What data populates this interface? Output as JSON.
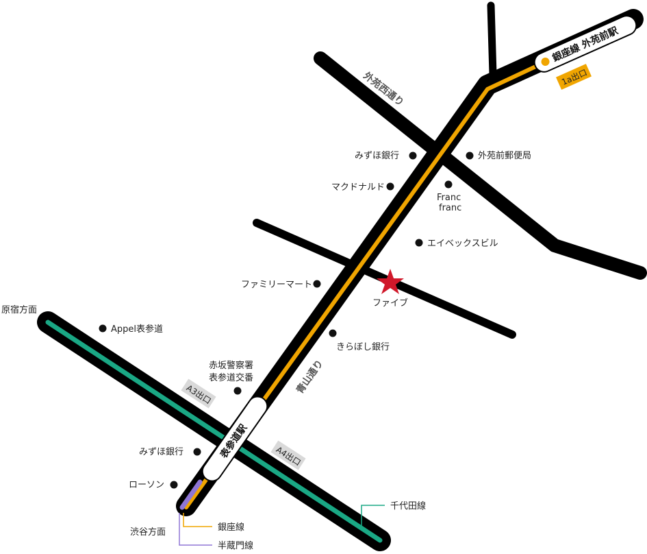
{
  "stations": {
    "gaienmae": {
      "name": "銀座線 外苑前駅",
      "exit": "1a出口"
    },
    "omotesando": {
      "name": "表参道駅",
      "exit_a3": "A3出口",
      "exit_a4": "A4出口"
    }
  },
  "roads": {
    "gaien_nishi": "外苑西通り",
    "aoyama": "青山通り"
  },
  "directions": {
    "harajuku": "原宿方面",
    "shibuya": "渋谷方面"
  },
  "lines": {
    "ginza": {
      "name": "銀座線",
      "color": "#f0a500"
    },
    "hanzomon": {
      "name": "半蔵門線",
      "color": "#8f76d6"
    },
    "chiyoda": {
      "name": "千代田線",
      "color": "#1aa885"
    }
  },
  "destination": {
    "name": "ファイブ",
    "color": "#d0182a"
  },
  "pois": {
    "mizuho_north": "みずほ銀行",
    "gaienmae_post": "外苑前郵便局",
    "mcdonalds": "マクドナルド",
    "francfranc_1": "Franc",
    "francfranc_2": "franc",
    "avex": "エイベックスビル",
    "familymart": "ファミリーマート",
    "kiraboshi": "きらぼし銀行",
    "appel": "Appel表参道",
    "akasaka_police_1": "赤坂警察署",
    "akasaka_police_2": "表参道交番",
    "mizuho_south": "みずほ銀行",
    "lawson": "ローソン"
  }
}
